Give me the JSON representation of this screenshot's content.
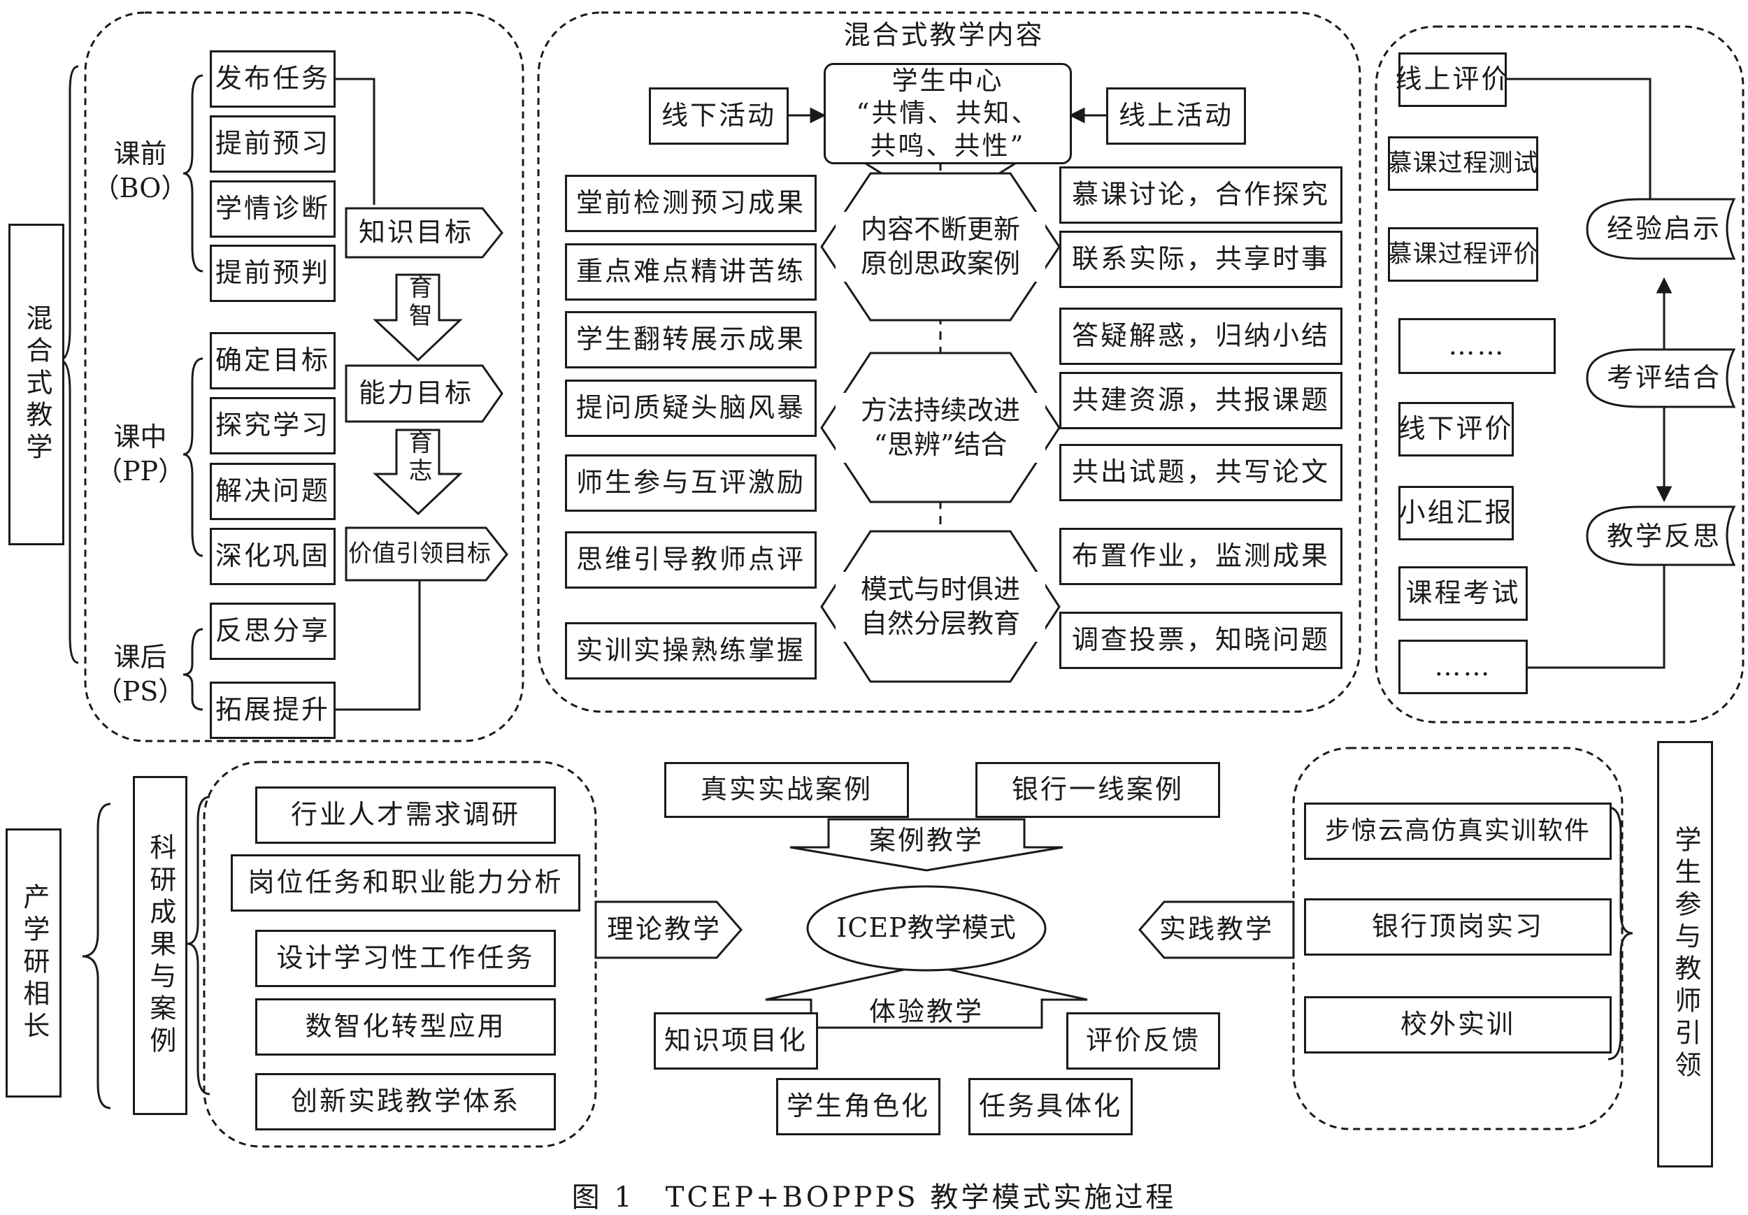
{
  "blended": {
    "side_label": "混合式教学",
    "pre": {
      "label_line1": "课前",
      "label_line2": "（BO）",
      "items": [
        "发布任务",
        "提前预习",
        "学情诊断",
        "提前预判"
      ]
    },
    "in": {
      "label_line1": "课中",
      "label_line2": "（PP）",
      "items": [
        "确定目标",
        "探究学习",
        "解决问题",
        "深化巩固"
      ]
    },
    "post": {
      "label_line1": "课后",
      "label_line2": "（PS）",
      "items": [
        "反思分享",
        "拓展提升"
      ]
    },
    "goals": {
      "knowledge": "知识目标",
      "yuzhi": "育智",
      "ability": "能力目标",
      "yuzhi2": "育志",
      "value": "价值引领目标"
    }
  },
  "content": {
    "title": "混合式教学内容",
    "offline": "线下活动",
    "online": "线上活动",
    "center_line1": "学生中心",
    "center_line2": "“共情、共知、",
    "center_line3": "共鸣、共性”",
    "left_items": [
      "堂前检测预习成果",
      "重点难点精讲苦练",
      "学生翻转展示成果",
      "提问质疑头脑风暴",
      "师生参与互评激励",
      "思维引导教师点评",
      "实训实操熟练掌握"
    ],
    "right_items": [
      "慕课讨论，合作探究",
      "联系实际，共享时事",
      "答疑解惑，归纳小结",
      "共建资源，共报课题",
      "共出试题，共写论文",
      "布置作业，监测成果",
      "调查投票，知晓问题"
    ],
    "arrow1_line1": "内容不断更新",
    "arrow1_line2": "原创思政案例",
    "arrow2_line1": "方法持续改进",
    "arrow2_line2": "“思辨”结合",
    "arrow3_line1": "模式与时俱进",
    "arrow3_line2": "自然分层教育"
  },
  "eval": {
    "items": [
      "线上评价",
      "慕课过程测试",
      "慕课过程评价",
      "……",
      "线下评价",
      "小组汇报",
      "课程考试",
      "……"
    ],
    "experience": "经验启示",
    "combine": "考评结合",
    "reflect": "教学反思"
  },
  "industry": {
    "side_label": "产学研相长",
    "research_label": "科研成果与案例",
    "items": [
      "行业人才需求调研",
      "岗位任务和职业能力分析",
      "设计学习性工作任务",
      "数智化转型应用",
      "创新实践教学体系"
    ]
  },
  "center": {
    "case1": "真实实战案例",
    "case2": "银行一线案例",
    "case_teaching": "案例教学",
    "theory": "理论教学",
    "core": "ICEP教学模式",
    "practice": "实践教学",
    "experience_teaching": "体验教学",
    "exp_items": [
      "知识项目化",
      "评价反馈",
      "学生角色化",
      "任务具体化"
    ]
  },
  "practice": {
    "items": [
      "步惊云高仿真实训软件",
      "银行顶岗实习",
      "校外实训"
    ],
    "side_label": "学生参与教师引领"
  },
  "caption": "图 1　TCEP+BOPPPS 教学模式实施过程"
}
